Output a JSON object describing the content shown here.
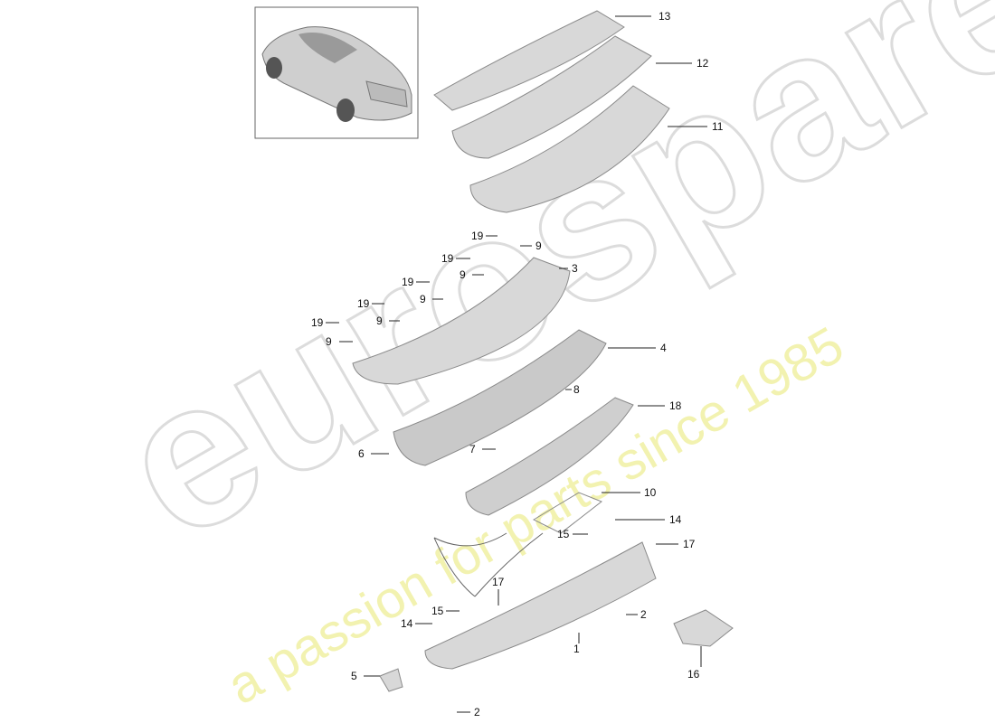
{
  "watermark": {
    "brand": "eurospares",
    "tagline": "a passion for parts since 1985"
  },
  "inset": {
    "icon": "car-rear-quarter-icon"
  },
  "callouts": [
    "13",
    "12",
    "11",
    "3",
    "4",
    "18",
    "8",
    "10",
    "14",
    "17",
    "15",
    "2",
    "1",
    "16",
    "5",
    "2",
    "14",
    "15",
    "17",
    "7",
    "6",
    "9",
    "9",
    "9",
    "9",
    "9",
    "19",
    "19",
    "19",
    "19",
    "19"
  ],
  "colors": {
    "part_fill": "#d8d8d8",
    "part_stroke": "#8a8a8a",
    "leader": "#222222"
  }
}
